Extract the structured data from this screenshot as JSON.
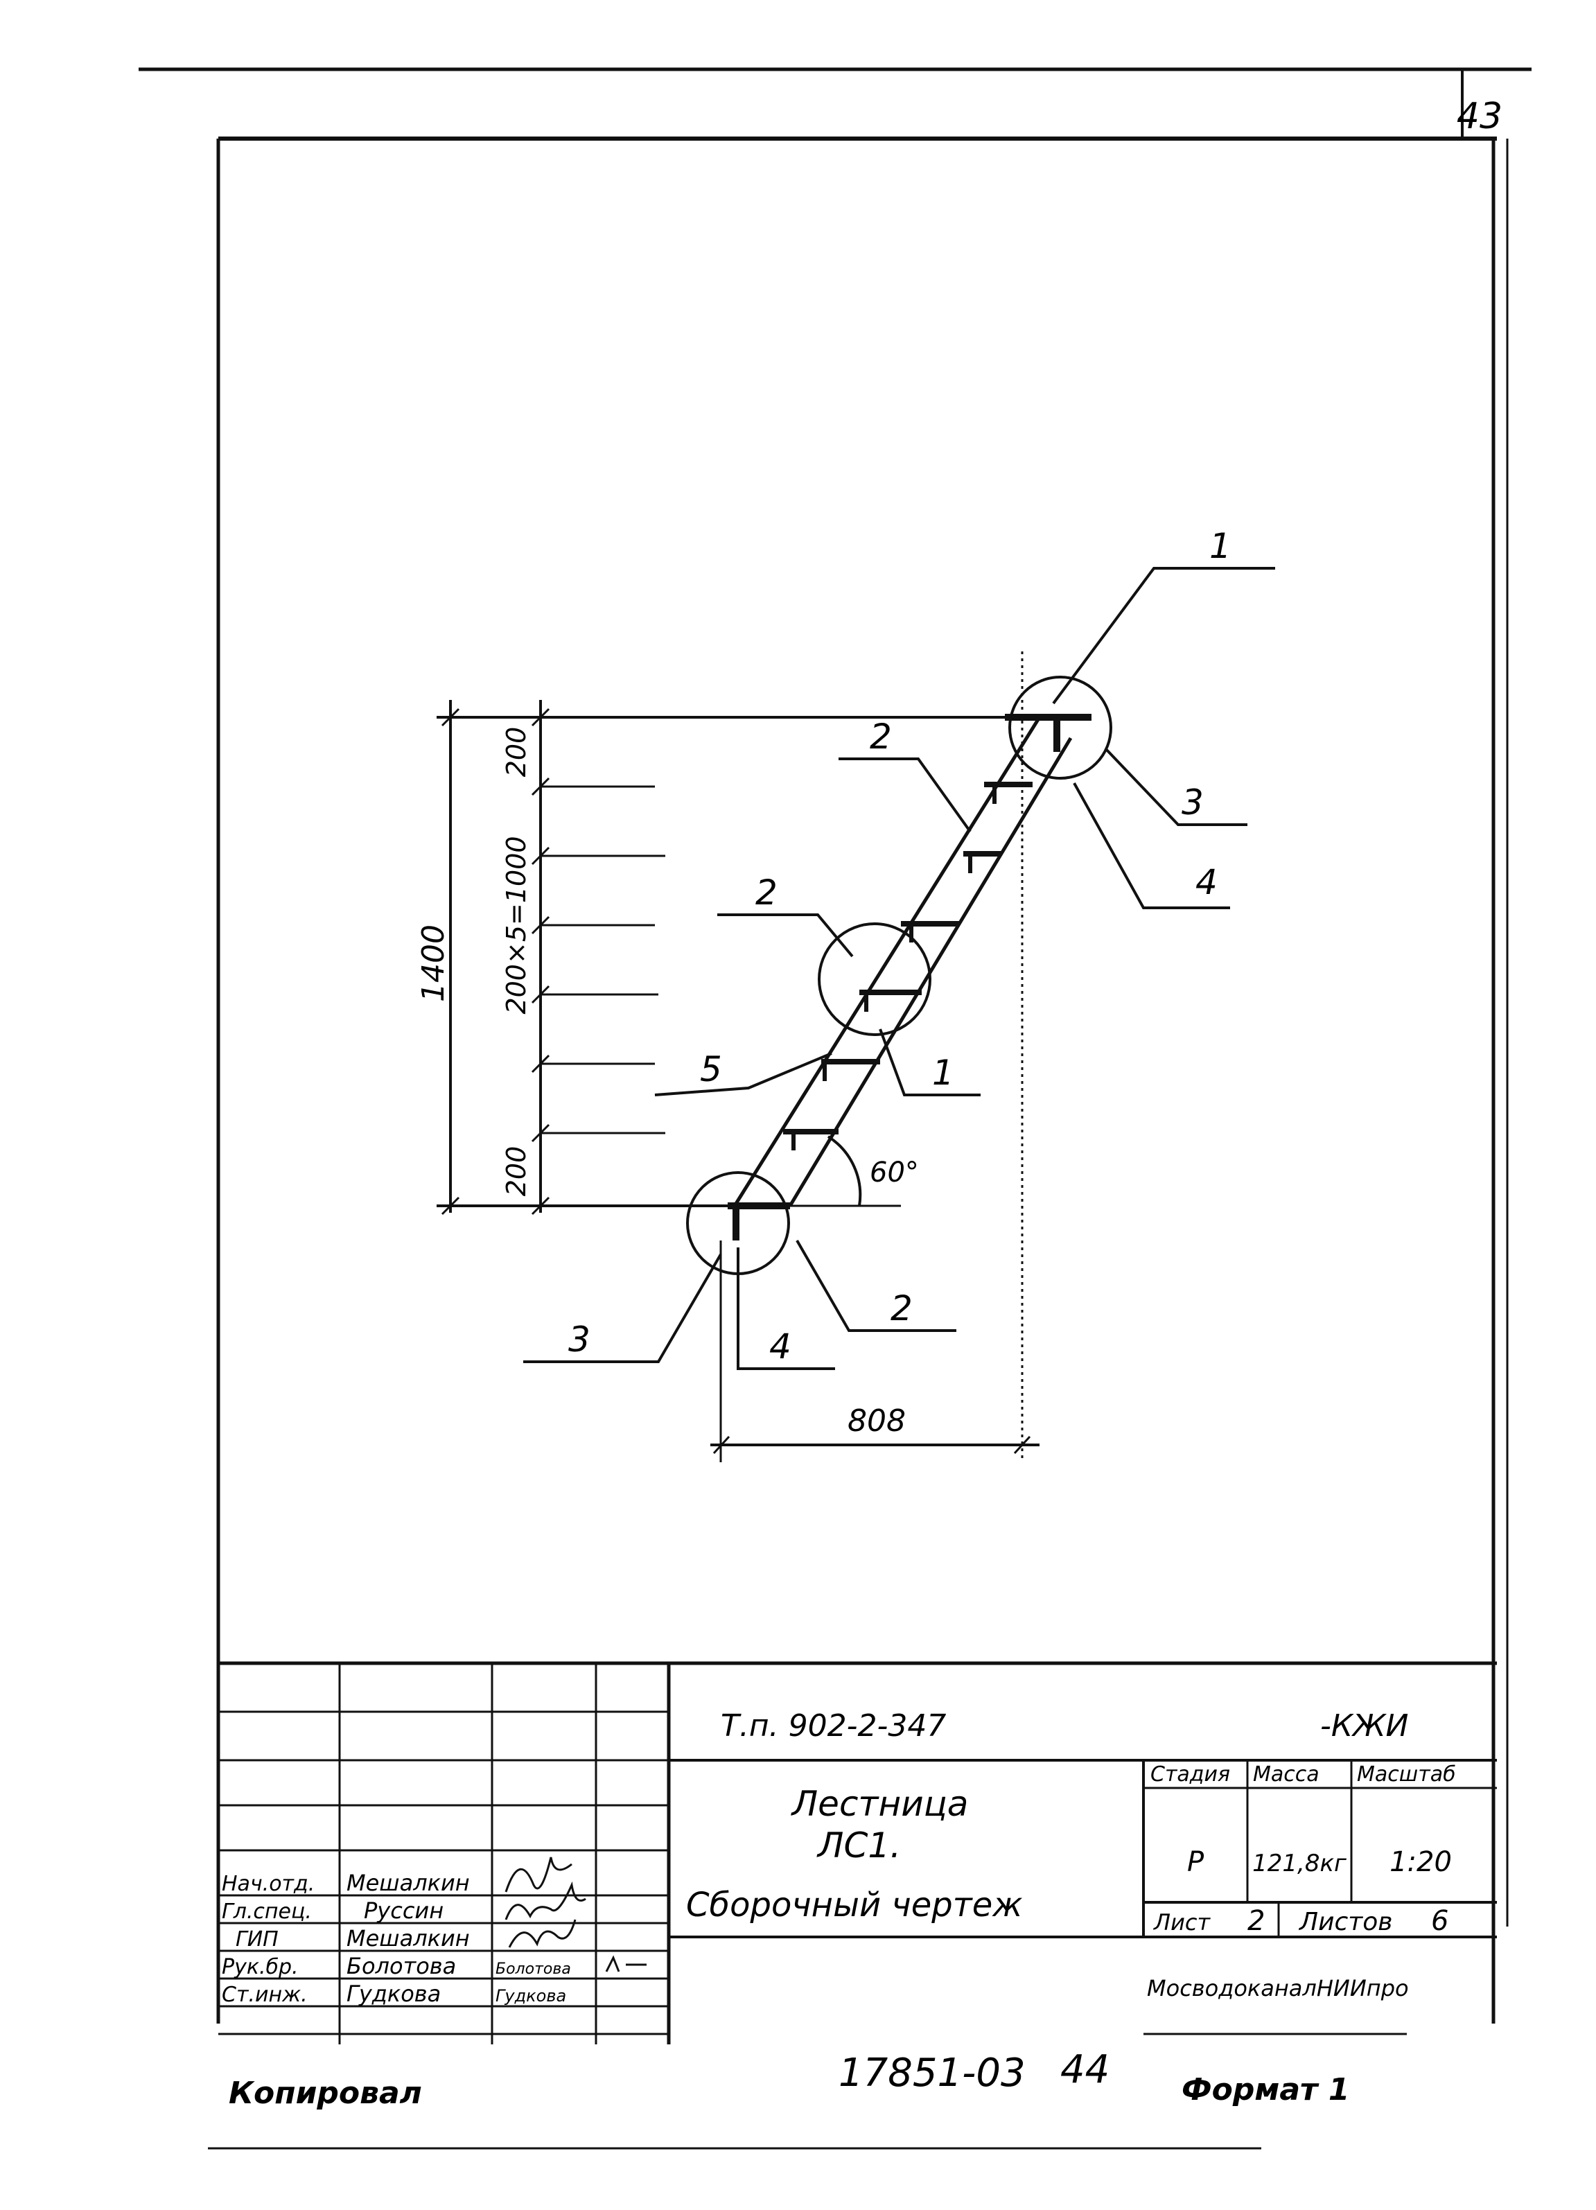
{
  "sheet": {
    "page_number": "43",
    "footer_copy_label": "Копировал",
    "footer_archive_number": "17851-03",
    "footer_archive_sheet": "44",
    "footer_format": "Формат 1"
  },
  "drawing": {
    "dims": {
      "height_total": "1400",
      "step_series": "200×5=1000",
      "top_gap": "200",
      "bottom_gap": "200",
      "width": "808",
      "angle": "60°"
    },
    "callouts": [
      "1",
      "2",
      "3",
      "4",
      "2",
      "5",
      "1",
      "3",
      "4",
      "2"
    ]
  },
  "title_block": {
    "project_code": "Т.п. 902-2-347",
    "section_code": "-КЖИ",
    "title_line1": "Лестница",
    "title_line2": "ЛС1.",
    "title_line3": "Сборочный  чертеж",
    "headers": {
      "stage": "Стадия",
      "mass": "Масса",
      "scale": "Масштаб"
    },
    "values": {
      "stage": "Р",
      "mass": "121,8кг",
      "scale": "1:20"
    },
    "sheet_label": "Лист",
    "sheet_value": "2",
    "sheets_label": "Листов",
    "sheets_value": "6",
    "organization": "МосводоканалНИИпро",
    "signatures": [
      {
        "role": "Нач.отд.",
        "name": "Мешалкин",
        "sign": ""
      },
      {
        "role": "Гл.спец.",
        "name": "Руссин",
        "sign": ""
      },
      {
        "role": "ГИП",
        "name": "Мешалкин",
        "sign": ""
      },
      {
        "role": "Рук.бр.",
        "name": "Болотова",
        "sign": "Болотова"
      },
      {
        "role": "Ст.инж.",
        "name": "Гудкова",
        "sign": "Гудкова"
      }
    ]
  }
}
